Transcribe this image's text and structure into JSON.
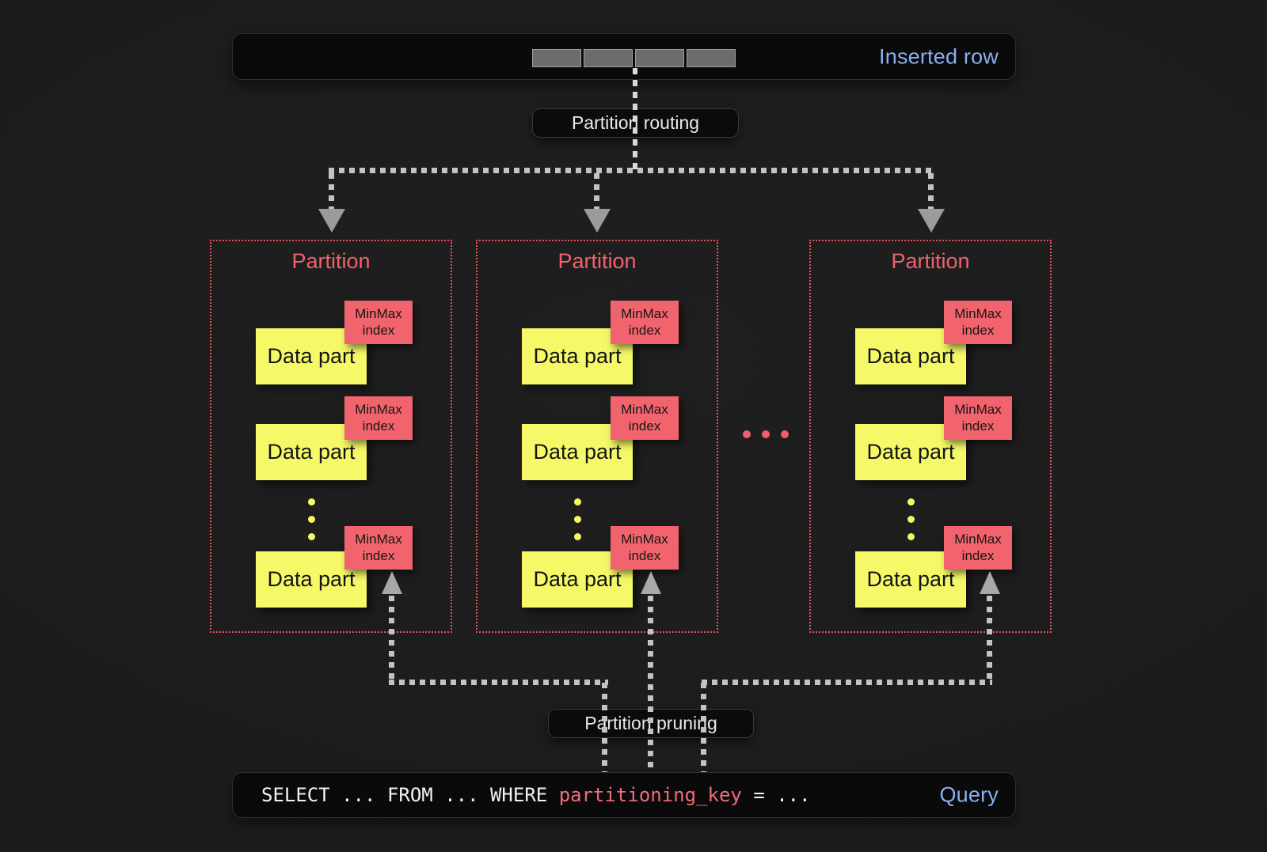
{
  "inserted_row_bar": {
    "label": "Inserted row",
    "cell_count": 4
  },
  "routing_label": "Partition routing",
  "pruning_label": "Partition pruning",
  "partitions": [
    {
      "title": "Partition",
      "parts": [
        {
          "label": "Data part",
          "tag": "MinMax index"
        },
        {
          "label": "Data part",
          "tag": "MinMax index"
        },
        {
          "label": "Data part",
          "tag": "MinMax index"
        }
      ]
    },
    {
      "title": "Partition",
      "parts": [
        {
          "label": "Data part",
          "tag": "MinMax index"
        },
        {
          "label": "Data part",
          "tag": "MinMax index"
        },
        {
          "label": "Data part",
          "tag": "MinMax index"
        }
      ]
    },
    {
      "title": "Partition",
      "parts": [
        {
          "label": "Data part",
          "tag": "MinMax index"
        },
        {
          "label": "Data part",
          "tag": "MinMax index"
        },
        {
          "label": "Data part",
          "tag": "MinMax index"
        }
      ]
    }
  ],
  "partition_ellipsis_dot_count": 3,
  "vertical_ellipsis_dot_count": 3,
  "query_bar": {
    "label": "Query",
    "code": [
      {
        "text": "SELECT ... FROM ... WHERE ",
        "tone": "plain"
      },
      {
        "text": "partitioning_key",
        "tone": "red"
      },
      {
        "text": " = ...",
        "tone": "plain"
      }
    ]
  },
  "colors": {
    "accent_blue": "#87b0f2",
    "partition_red": "#e5525e",
    "title_red": "#f0606c",
    "tag_red": "#f2646d",
    "part_yellow": "#f5f968",
    "code_red": "#ef6d79"
  }
}
